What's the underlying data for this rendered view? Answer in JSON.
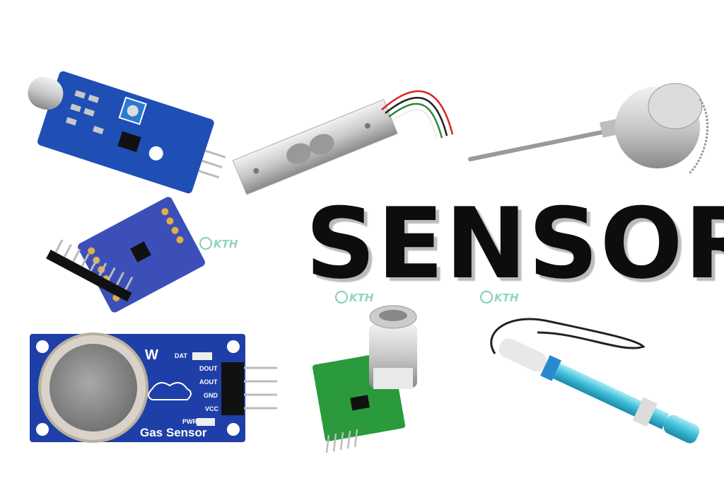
{
  "headline": "SENSOR",
  "watermark": "KTH",
  "gas_sensor": {
    "label": "Gas Sensor",
    "brand_mark": "W",
    "pins": [
      "DOUT",
      "AOUT",
      "GND",
      "VCC"
    ],
    "led_labels": [
      "DAT",
      "PWR"
    ]
  },
  "colors": {
    "pcb_blue": "#1f3fa8",
    "pcb_green": "#2a9a3c",
    "headline": "#0a0a0a",
    "watermark": "#7fcfb0",
    "probe_cyan": "#48c6e0"
  }
}
